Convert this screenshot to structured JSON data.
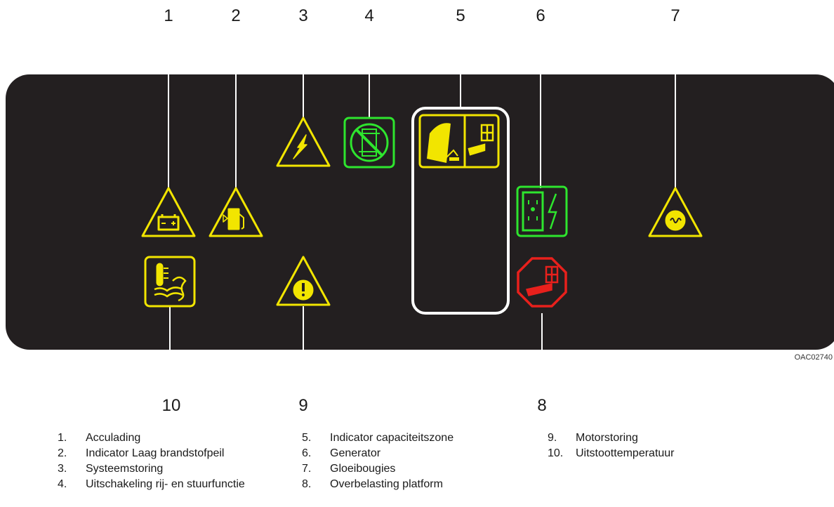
{
  "figure_code": "OAC02740",
  "callouts": [
    {
      "num": "1"
    },
    {
      "num": "2"
    },
    {
      "num": "3"
    },
    {
      "num": "4"
    },
    {
      "num": "5"
    },
    {
      "num": "6"
    },
    {
      "num": "7"
    },
    {
      "num": "8"
    },
    {
      "num": "9"
    },
    {
      "num": "10"
    }
  ],
  "legend": [
    {
      "num": "1.",
      "label": "Acculading"
    },
    {
      "num": "2.",
      "label": "Indicator Laag brandstofpeil"
    },
    {
      "num": "3.",
      "label": "Systeemstoring"
    },
    {
      "num": "4.",
      "label": "Uitschakeling rij- en stuurfunctie"
    },
    {
      "num": "5.",
      "label": "Indicator capaciteitszone"
    },
    {
      "num": "6.",
      "label": "Generator"
    },
    {
      "num": "7.",
      "label": "Gloeibougies"
    },
    {
      "num": "8.",
      "label": "Overbelasting platform"
    },
    {
      "num": "9.",
      "label": "Motorstoring"
    },
    {
      "num": "10.",
      "label": "Uitstoottemperatuur"
    }
  ],
  "colors": {
    "panel": "#231f20",
    "warning_yellow": "#f2e500",
    "indicator_green": "#2ee52e",
    "alarm_red": "#e8201c",
    "frame_white": "#ffffff"
  }
}
